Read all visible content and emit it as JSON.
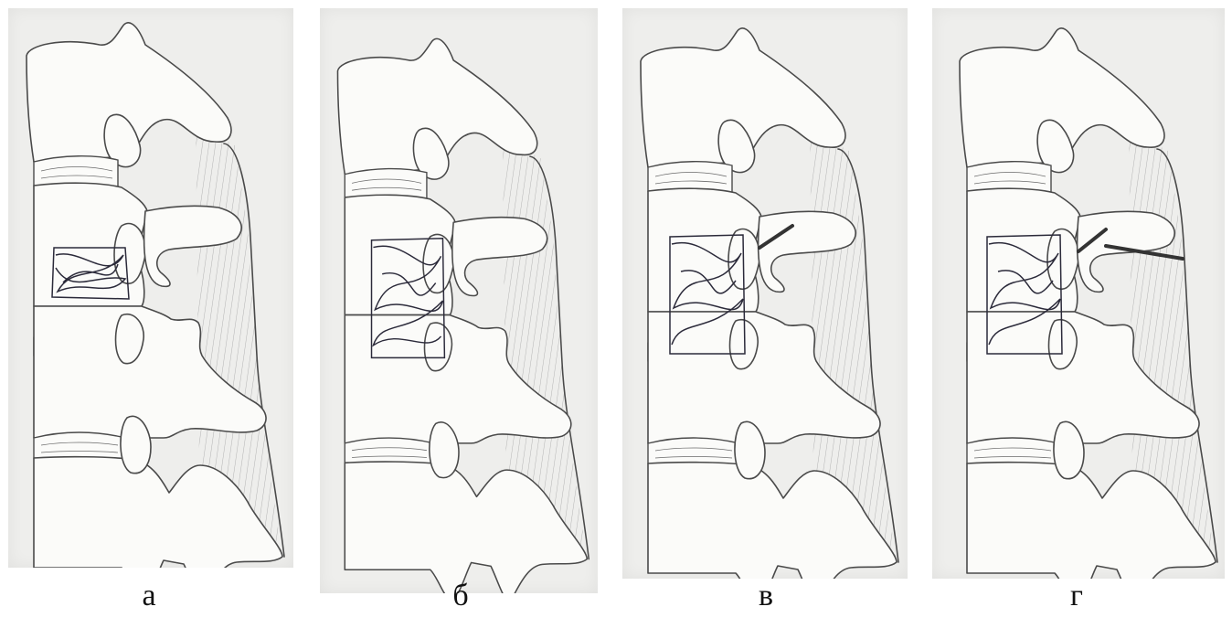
{
  "panels": [
    {
      "label": "а",
      "variant": "a"
    },
    {
      "label": "б",
      "variant": "b"
    },
    {
      "label": "в",
      "variant": "c"
    },
    {
      "label": "г",
      "variant": "d"
    }
  ]
}
